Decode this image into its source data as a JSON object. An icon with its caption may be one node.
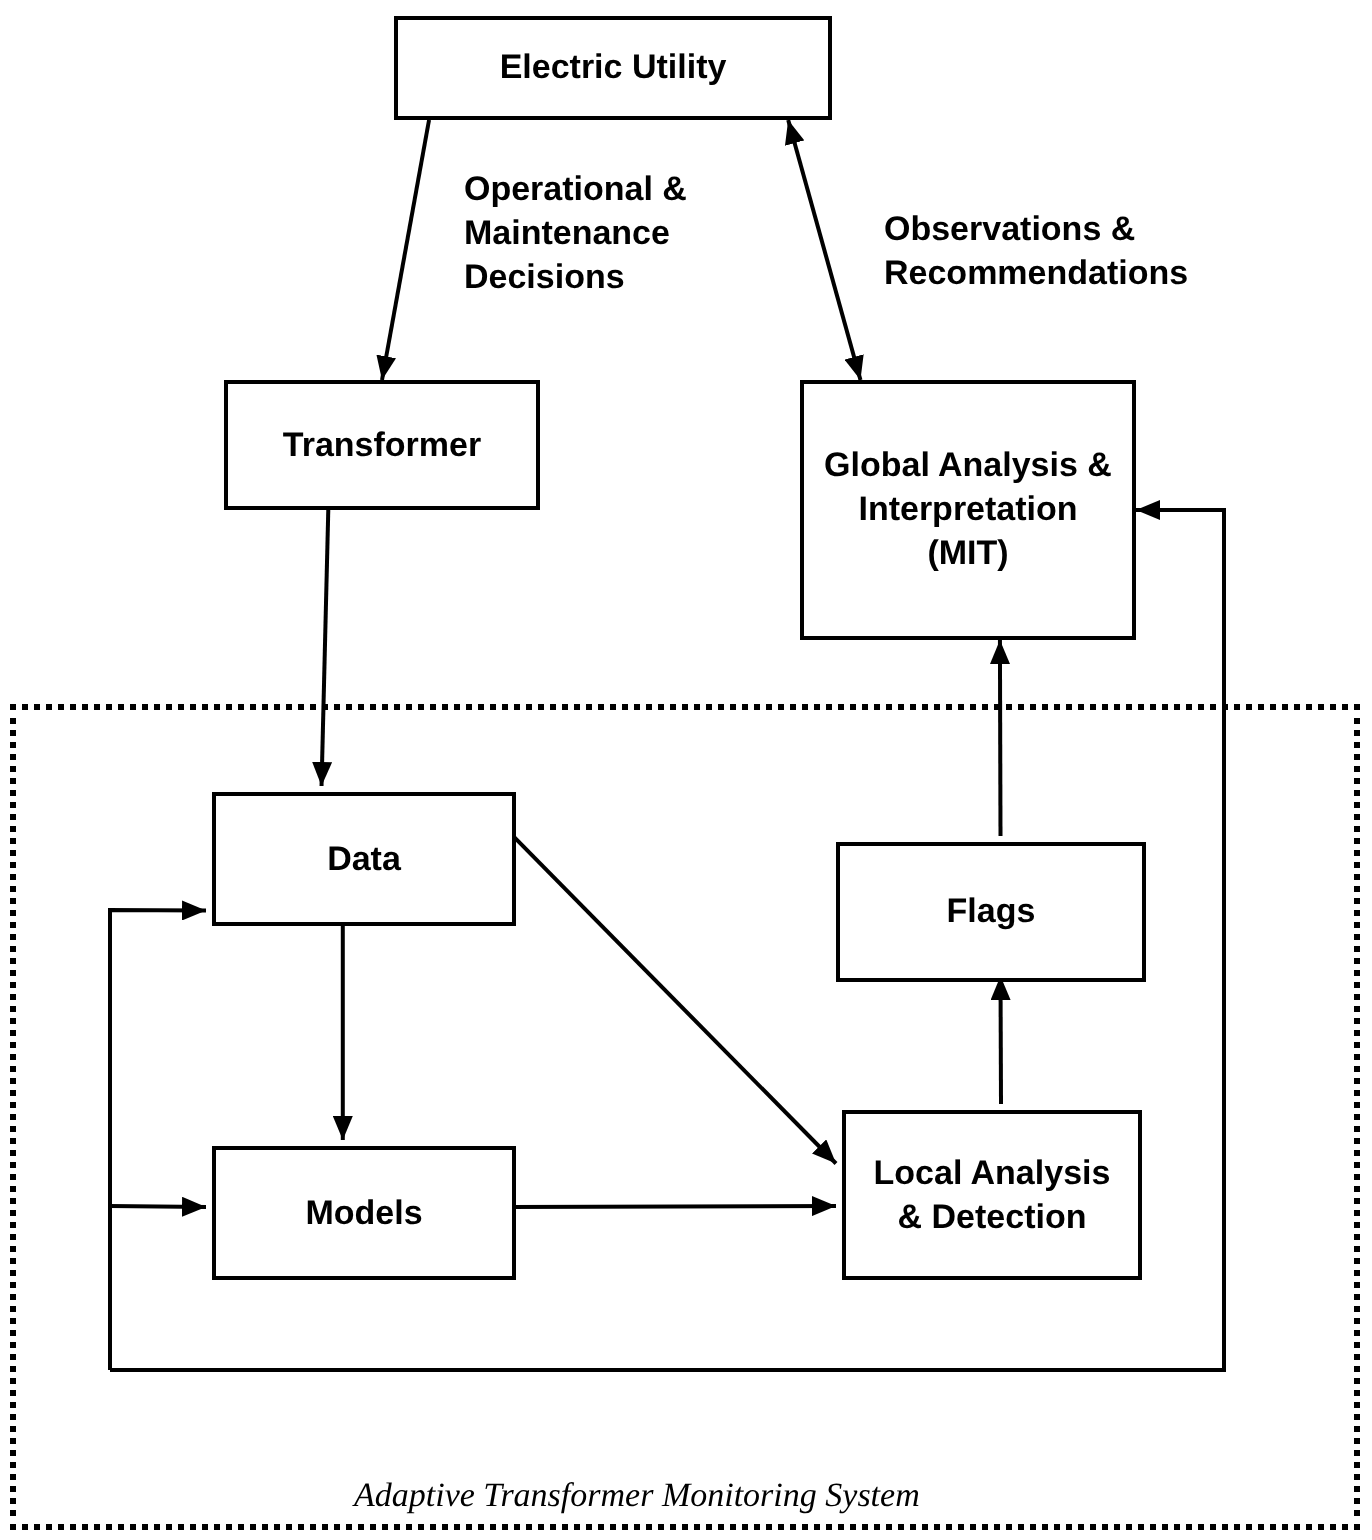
{
  "diagram": {
    "nodes": [
      {
        "text": [
          "Electric Utility"
        ]
      },
      {
        "text": [
          "Transformer"
        ]
      },
      {
        "text": [
          "Global Analysis & Interpretation (MIT)"
        ]
      },
      {
        "text": [
          "Adaptive Transformer Monitoring System"
        ]
      },
      {
        "text": [
          "Data"
        ],
        "in": 3
      },
      {
        "text": [
          "Flags"
        ],
        "in": 3
      },
      {
        "text": [
          "Models"
        ],
        "in": 3
      },
      {
        "text": [
          "Local Analysis & Detection"
        ],
        "in": 3
      }
    ],
    "edges": [
      {
        "from": 0,
        "to": 1,
        "arrow": "to",
        "label": "Operational & Maintenance Decisions"
      },
      {
        "from": 2,
        "to": 0,
        "arrow": "both",
        "label": "Observations & Recommendations"
      },
      {
        "from": 1,
        "to": 4,
        "arrow": "to"
      },
      {
        "from": 4,
        "to": 6,
        "arrow": "to"
      },
      {
        "from": 4,
        "to": 7,
        "arrow": "to"
      },
      {
        "from": 6,
        "to": 7,
        "arrow": "to"
      },
      {
        "from": 7,
        "to": 5,
        "arrow": "to"
      },
      {
        "from": 5,
        "to": 2,
        "arrow": "to"
      },
      {
        "from": null,
        "to": 2,
        "arrow": "to"
      },
      {
        "from": null,
        "to": 4,
        "arrow": "to"
      },
      {
        "from": null,
        "to": 6,
        "arrow": "to"
      }
    ]
  }
}
